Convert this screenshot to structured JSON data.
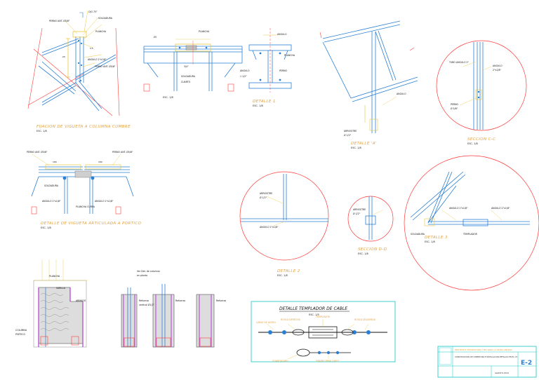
{
  "details": [
    {
      "key": "d1",
      "title": "FIJACION DE VIGUETA A COLUMNA CUMBRE",
      "scale": "ESC. 1/8"
    },
    {
      "key": "d2",
      "title": "",
      "scale": "ESC. 1/8"
    },
    {
      "key": "d3",
      "title": "DETALLE 1",
      "scale": "ESC. 1/8"
    },
    {
      "key": "d4",
      "title": "DETALLE 'A'",
      "scale": "ESC. 1/8"
    },
    {
      "key": "d5",
      "title": "SECCION C-C",
      "scale": "ESC. 1/8"
    },
    {
      "key": "d6",
      "title": "DETALLE DE VIGUETA ARTICULADA A PORTICO",
      "scale": "ESC. 1/8"
    },
    {
      "key": "d7",
      "title": "DETALLE 2",
      "scale": "ESC. 1/8"
    },
    {
      "key": "d8",
      "title": "SECCION D-D",
      "scale": "ESC. 1/8"
    },
    {
      "key": "d9",
      "title": "DETALLE 3",
      "scale": "ESC. 1/8"
    }
  ],
  "cable_detail": {
    "title": "DETALLE TEMPLADOR DE CABLE",
    "scale": "ESC. 1/5",
    "labels": [
      "CABLE DE ACERO",
      "ROSCA DERECHA",
      "TEMPLADOR",
      "ROSCA IZQUIERDA",
      "GRAPAS PARA CABLE",
      "GUARDACABO"
    ]
  },
  "title_block": {
    "project": "PROYECTO: ESTRUCTURA TIPO PARA LA ZONA ANDINA",
    "description": "CONSTRUCCION DE COBERTURA E INSTALACION METALICA EN EL I.E.",
    "sheet_code": "E-2",
    "date": "AGOSTO 2014"
  },
  "colors": {
    "member": "#2a7fd4",
    "bolt": "#2a7fd4",
    "dimension": "#ff3b3b",
    "title": "#e0a040",
    "highlight": "#e8c840",
    "detail_circle": "#ff3b3b",
    "frame": "#13c6c6"
  }
}
